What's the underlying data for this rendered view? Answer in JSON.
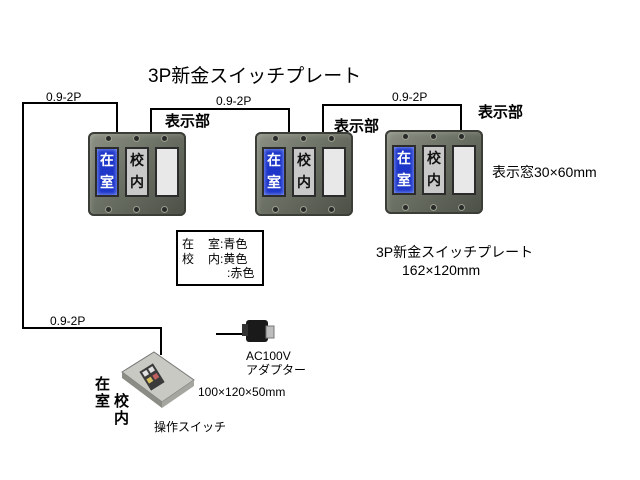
{
  "title": "3P新金スイッチプレート",
  "cables": {
    "left_top": "0.9-2P",
    "mid_top": "0.9-2P",
    "right_top": "0.9-2P",
    "bottom": "0.9-2P"
  },
  "display_section": {
    "left": "表示部",
    "mid": "表示部",
    "right": "表示部"
  },
  "plate_buttons": {
    "zaishitsu": [
      "在",
      "室"
    ],
    "kounai": [
      "校",
      "内"
    ]
  },
  "window_size": "表示窓30×60mm",
  "legend": {
    "rows": [
      {
        "a": "在",
        "b": "室",
        "color": ":青色"
      },
      {
        "a": "校",
        "b": "内",
        "color": ":黄色"
      },
      {
        "a": "",
        "b": "",
        "color": ":赤色"
      }
    ]
  },
  "plate_spec": {
    "name": "3P新金スイッチプレート",
    "size": "162×120mm"
  },
  "adapter": {
    "line1": "AC100V",
    "line2": "アダプター"
  },
  "console": {
    "size": "100×120×50mm",
    "label": "操作スイッチ",
    "side_left": [
      "在",
      "室"
    ],
    "side_right": [
      "校",
      "内"
    ]
  },
  "colors": {
    "plate": "#6c7165",
    "blue_window": "#1d35c8",
    "grey_window": "#c9c9c9"
  }
}
